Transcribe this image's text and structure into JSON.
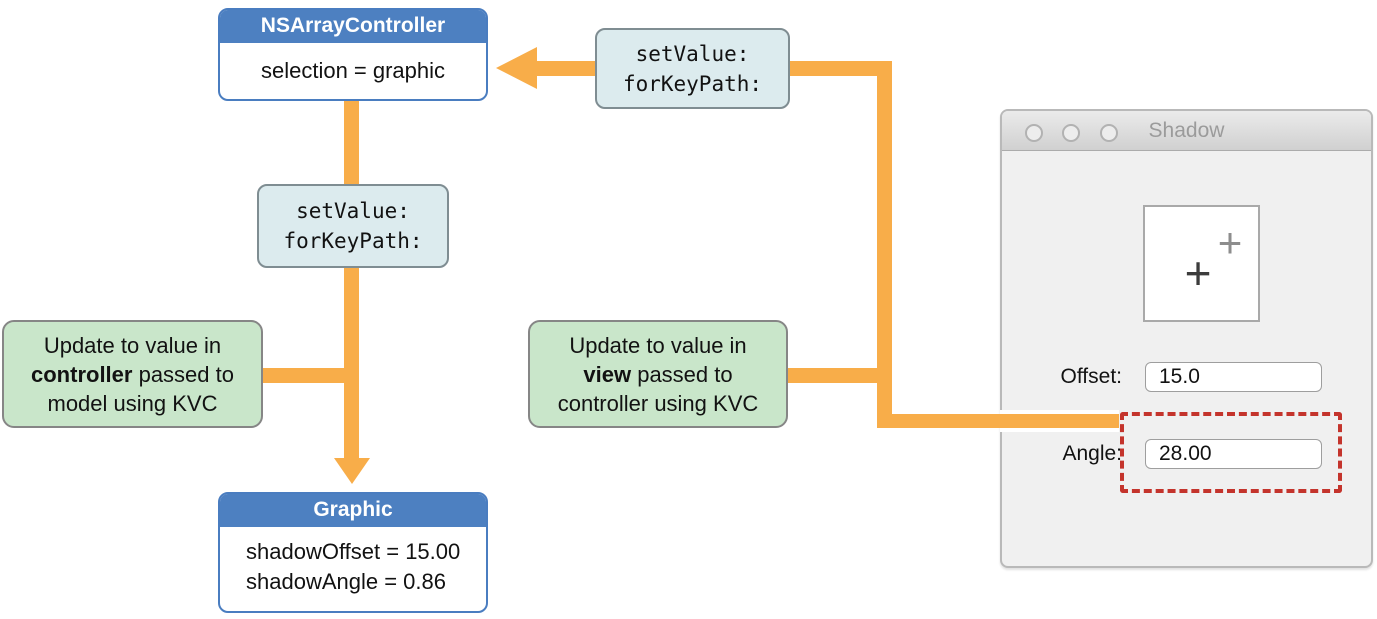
{
  "colors": {
    "accent_blue": "#4d80c1",
    "mono_box_fill": "#dcebee",
    "note_green": "#c9e6ca",
    "arrow_orange": "#f8ad49",
    "highlight_red": "#c4342c"
  },
  "nodes": {
    "array_controller": {
      "title": "NSArrayController",
      "body": "selection = graphic"
    },
    "graphic": {
      "title": "Graphic",
      "lines": [
        "shadowOffset = 15.00",
        "shadowAngle = 0.86"
      ]
    },
    "set_value_top": {
      "lines": [
        "setValue:",
        "forKeyPath:"
      ]
    },
    "set_value_mid": {
      "lines": [
        "setValue:",
        "forKeyPath:"
      ]
    },
    "note_controller": {
      "line1": "Update to value in",
      "line2_bold": "controller",
      "line2_rest": " passed to",
      "line3": "model using KVC"
    },
    "note_view": {
      "line1": "Update to value in",
      "line2_bold": "view",
      "line2_rest": " passed to",
      "line3": "controller using KVC"
    }
  },
  "window_panel": {
    "title": "Shadow",
    "offset_label": "Offset:",
    "offset_value": "15.0",
    "angle_label": "Angle:",
    "angle_value": "28.00",
    "plus_glyph": "+"
  }
}
